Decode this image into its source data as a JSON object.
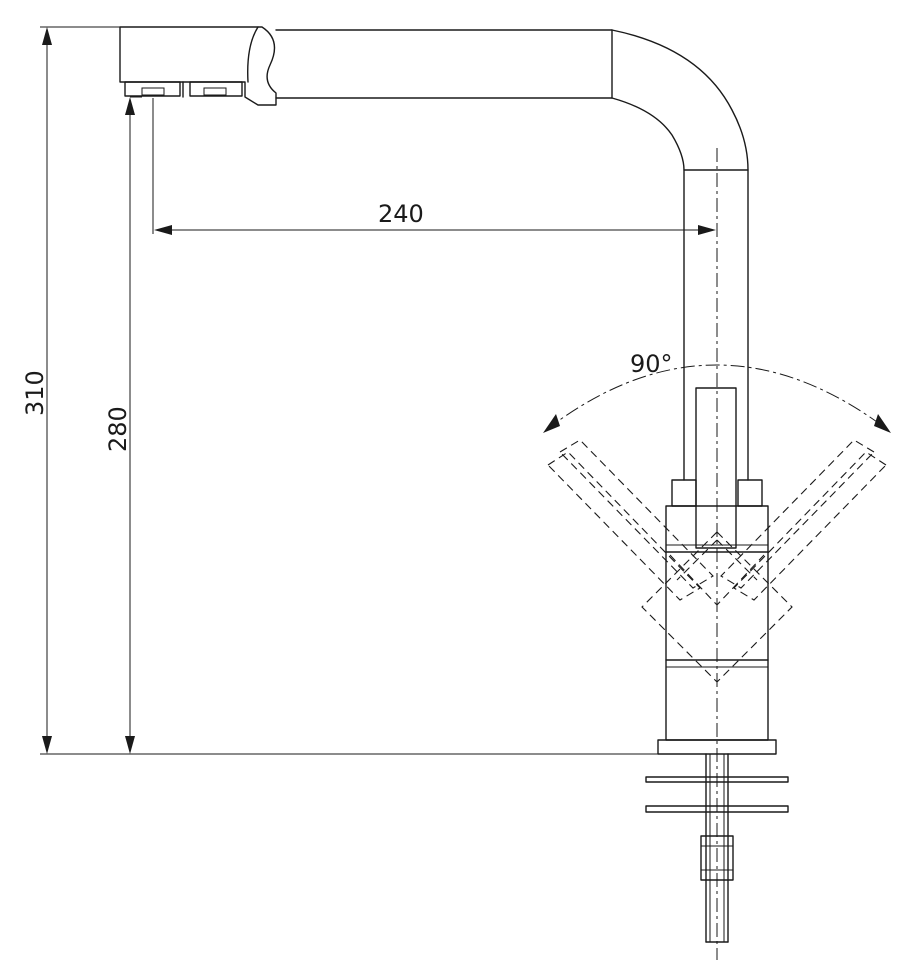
{
  "dimensions": {
    "overall_height": "310",
    "spout_height": "280",
    "spout_reach": "240",
    "swivel_angle": "90°"
  },
  "colors": {
    "line": "#1a1a1a",
    "background": "#ffffff"
  }
}
